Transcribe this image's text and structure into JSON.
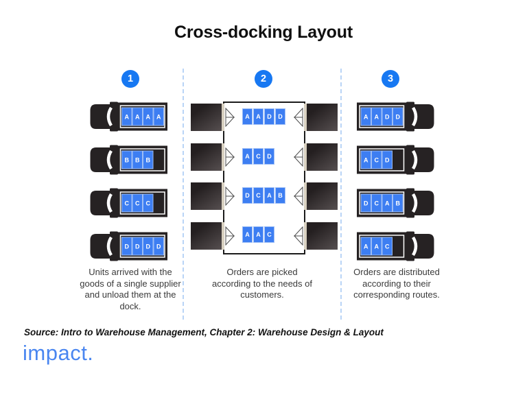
{
  "title": "Cross-docking Layout",
  "steps": [
    {
      "badge": "1",
      "description": "Units arrived with the goods of a single supplier and unload them at the dock.",
      "truck_direction": "cab-left",
      "trucks": [
        {
          "cargo": [
            "A",
            "A",
            "A",
            "A"
          ]
        },
        {
          "cargo": [
            "B",
            "B",
            "B"
          ]
        },
        {
          "cargo": [
            "C",
            "C",
            "C"
          ]
        },
        {
          "cargo": [
            "D",
            "D",
            "D",
            "D"
          ]
        }
      ]
    },
    {
      "badge": "2",
      "description": "Orders are picked according to the needs of customers.",
      "dock_doors_per_side": 4,
      "docked_trailers_per_side": 4,
      "warehouse_rows": [
        [
          "A",
          "A",
          "D",
          "D"
        ],
        [
          "A",
          "C",
          "D"
        ],
        [
          "D",
          "C",
          "A",
          "B"
        ],
        [
          "A",
          "A",
          "C"
        ]
      ]
    },
    {
      "badge": "3",
      "description": "Orders are distributed according to their corresponding routes.",
      "truck_direction": "cab-right",
      "trucks": [
        {
          "cargo": [
            "A",
            "A",
            "D",
            "D"
          ]
        },
        {
          "cargo": [
            "A",
            "C",
            "D"
          ]
        },
        {
          "cargo": [
            "D",
            "C",
            "A",
            "B"
          ]
        },
        {
          "cargo": [
            "A",
            "A",
            "C"
          ]
        }
      ]
    }
  ],
  "source_note": "Source: Intro to Warehouse Management, Chapter 2: Warehouse Design & Layout",
  "logo_text": "impact.",
  "colors": {
    "badge_blue": "#1778f2",
    "cargo_box_blue": "#3d7ef2",
    "cargo_box_border": "#9dbdf5",
    "truck_body": "#262223",
    "dock_pad_beige": "#d8d0c0",
    "divider_blue": "#b9d4f6",
    "logo_blue": "#4a86f0",
    "door_outline": "#4a4a4a"
  }
}
